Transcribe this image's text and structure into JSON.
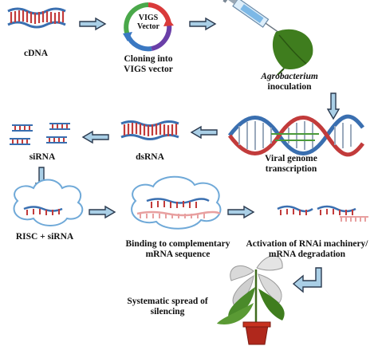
{
  "labels": {
    "cdna": "cDNA",
    "vector_line1": "VIGS",
    "vector_line2": "Vector",
    "cloning_line1": "Cloning into",
    "cloning_line2": "VIGS vector",
    "agro_line1": "Agrobacterium",
    "agro_line2": "inoculation",
    "viral_line1": "Viral genome",
    "viral_line2": "transcription",
    "dsrna": "dsRNA",
    "sirna": "siRNA",
    "risc": "RISC + siRNA",
    "binding_line1": "Binding to complementary",
    "binding_line2": "mRNA sequence",
    "activation_line1": "Activation of RNAi machinery/",
    "activation_line2": "mRNA degradation",
    "spread_line1": "Systematic spread of",
    "spread_line2": "silencing"
  },
  "colors": {
    "strand_red": "#c23b3b",
    "strand_blue": "#3a6fb0",
    "cloud_outline": "#6fa9d8",
    "arrow_fill": "#aacfe6",
    "arrow_outline": "#2b3a4f",
    "leaf_green": "#3f7d1e",
    "pot_red": "#b0281c",
    "mrna_pink": "#e8a0a0"
  }
}
